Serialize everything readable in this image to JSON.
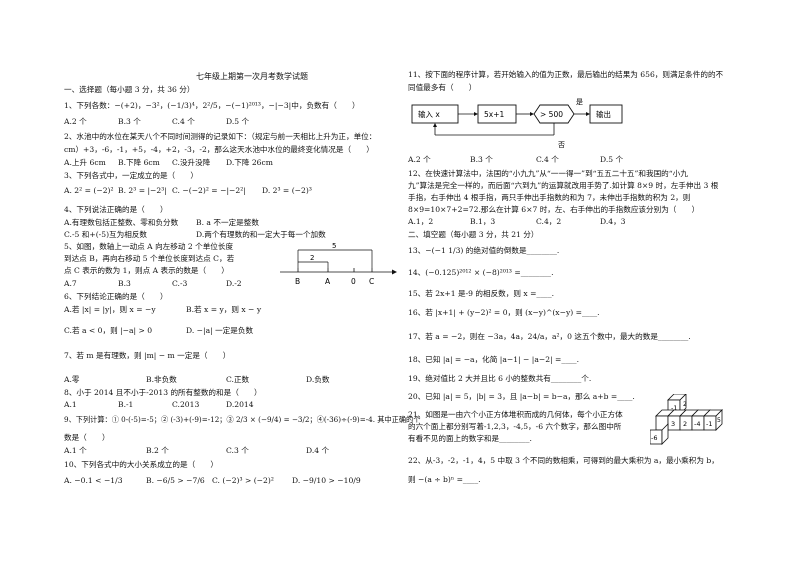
{
  "title": "七年级上期第一次月考数学试题",
  "left": {
    "section1": "一、选择题（每小题 3 分，共 36 分）",
    "q1": "1、下列各数：−(+2)，−3²，(−1/3)⁴，2²/5，−(−1)²⁰¹³，−|−3|中，负数有（　　）",
    "q1_opts": [
      "A.2 个",
      "B.3 个",
      "C.4 个",
      "D.5 个"
    ],
    "q2_a": "2、水池中的水位在某天八个不同时间测得的记录如下：（规定与前一天相比上升为正，单位：",
    "q2_b": "cm）+3，-6，-1，+5，-4，+2，-3，-2，那么这天水池中水位的最终变化情况是（　　）",
    "q2_opts": [
      "A.上升 6cm",
      "B.下降 6cm",
      "C.没升没降",
      "D.下降 26cm"
    ],
    "q3": "3、下列各式中，一定成立的是（　　）",
    "q3_opts": [
      "A. 2² = (−2)²",
      "B. 2³ = |−2³|",
      "C. −(−2)² = −|−2²|",
      "D. 2³ = (−2)³"
    ],
    "q4": "4、下列说法正确的是（　　）",
    "q4_opts": [
      "A.有理数包括正整数、零和负分数",
      "B. a 不一定是整数",
      "C.-5 和+(-5)互为相反数",
      "D.两个有理数的和一定大于每一个加数"
    ],
    "q5_a": "5、如图，数轴上一动点 A 向左移动 2 个单位长度",
    "q5_b": "到达点 B，再向右移动 5 个单位长度到达点 C，若",
    "q5_c": "点 C 表示的数为 1，则点 A 表示的数是（　　）",
    "q5_opts": [
      "A.7",
      "B.3",
      "C.-3",
      "D.-2"
    ],
    "numline": {
      "labels": [
        "B",
        "A",
        "0",
        "C"
      ],
      "len5": "5",
      "len2": "2"
    },
    "q6": "6、下列结论正确的是（　　）",
    "q6_a": "A.若 |x| = |y|，则 x = −y",
    "q6_b": "B.若 x = y，则 x − y",
    "q6_c": "C.若 a < 0，则 |−a| > 0",
    "q6_d": "D. −|a| 一定是负数",
    "q7": "7、若 m 是有理数，则 |m| − m 一定是（　　）",
    "q7_opts": [
      "A.零",
      "B.非负数",
      "C.正数",
      "D.负数"
    ],
    "q8": "8、小于 2014 且不小于-2013 的所有整数的和是（　　）",
    "q8_opts": [
      "A.1",
      "B.-1",
      "C.2013",
      "D.2014"
    ],
    "q9_a": "9、下列计算：① 0-(-5)=-5；② (-3)+(-9)=-12；③ 2/3 × (−9/4) = −3/2；④(-36)÷(-9)=-4. 其中正确的个",
    "q9_b": "数是（　　）",
    "q9_opts": [
      "A.1 个",
      "B.2 个",
      "C.3 个",
      "D.4 个"
    ],
    "q10": "10、下列各式中的大小关系成立的是（　　）",
    "q10_opts": [
      "A. −0.1 < −1/3",
      "B. −6/5 > −7/6",
      "C. (−2)³ > (−2)²",
      "D. −9/10 > −10/9"
    ]
  },
  "right": {
    "q11_a": "11、按下面的程序计算，若开始输入的值为正数，最后输出的结果为 656，则满足条件的的不",
    "q11_b": "同值最多有（　　）",
    "flow": {
      "input": "输入 x",
      "calc": "5x+1",
      "cmp": "> 500",
      "output": "输出",
      "yes": "是",
      "no": "否"
    },
    "q11_opts": [
      "A.2 个",
      "B.3 个",
      "C.4 个",
      "D.5 个"
    ],
    "q12_a": "12、在快速计算法中，法国的“小九九”从“一一得一”到“五五二十五”和我国的“小九",
    "q12_b": "九”算法是完全一样的，而后面“六到九”的运算就改用手势了.如计算 8×9 时，左手伸出 3 根",
    "q12_c": "手指，右手伸出 4 根手指，两只手伸出手指数的和为 7，未伸出手指数的积为 2，则",
    "q12_d": "8×9=10×7+2=72.那么在计算 6×7 时，左、右手伸出的手指数应该分别为（　　）",
    "q12_opts": [
      "A.1，2",
      "B.1，3",
      "C.4，2",
      "D.4，3"
    ],
    "section2": "二、填空题（每小题 3 分，共 21 分）",
    "q13": "13、−(−1 1/3) 的绝对值的倒数是________.",
    "q14": "14、(−0.125)²⁰¹² × (−8)²⁰¹³ =________.",
    "q15": "15、若 2x+1 是-9 的相反数，则 x =____.",
    "q16": "16、若 |x+1| + (y−2)² = 0，则 (x−y)^(x−y) =____.",
    "q17": "17、若 a = −2，则在 −3a，4a，24/a，a²，0 这五个数中，最大的数是________.",
    "q18": "18、已知 |a| = −a，化简 |a−1| − |a−2| =____.",
    "q19": "19、绝对值比 2 大并且比 6 小的整数共有________个.",
    "q20": "20、已知 |a| = 5，|b| = 3，且 |a−b| = b−a，那么 a+b =____.",
    "q21_a": "21、如图是一由六个小正方体堆积而成的几何体，每个小正方体",
    "q21_b": "的六个面上都分别写着-1,2,3，-4,5，-6 六个数字，那么图中所",
    "q21_c": "有看不见的面上的数字和是________.",
    "cubes": [
      "-1",
      "2",
      "3",
      "-6",
      "2",
      "-4",
      "-1",
      "5"
    ],
    "q22_a": "22、从-3，-2，-1，4，5 中取 3 个不同的数相乘，可得到的最大乘积为 a，最小乘积为 b，",
    "q22_b": "则 −(a ÷ b)ⁿ =____."
  }
}
